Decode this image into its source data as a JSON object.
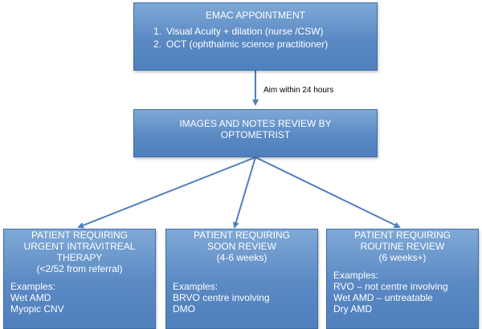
{
  "emac": {
    "title": "EMAC APPOINTMENT",
    "items": [
      {
        "num": "1.",
        "text": "Visual Acuity + dilation (nurse /CSW)"
      },
      {
        "num": "2.",
        "text": "OCT (ophthalmic science practitioner)"
      }
    ]
  },
  "arrow_label": "Aim within 24 hours",
  "review": {
    "line1": "IMAGES AND NOTES REVIEW BY",
    "line2": "OPTOMETRIST"
  },
  "urgent": {
    "line1": "PATIENT REQUIRING",
    "line2": "URGENT INTRAVITREAL",
    "line3": "THERAPY",
    "timing": "(<2/52 from referral)",
    "examples_label": "Examples:",
    "examples": [
      "Wet AMD",
      "Myopic CNV"
    ]
  },
  "soon": {
    "line1": "PATIENT REQUIRING",
    "line2": "SOON REVIEW",
    "timing": "(4-6 weeks)",
    "examples_label": "Examples:",
    "examples": [
      "BRVO centre involving",
      "DMO"
    ]
  },
  "routine": {
    "line1": "PATIENT REQUIRING",
    "line2": "ROUTINE REVIEW",
    "timing": "(6 weeks+)",
    "examples_label": "Examples:",
    "examples": [
      "RVO – not centre involving",
      "Wet AMD – untreatable",
      "Dry AMD"
    ]
  }
}
